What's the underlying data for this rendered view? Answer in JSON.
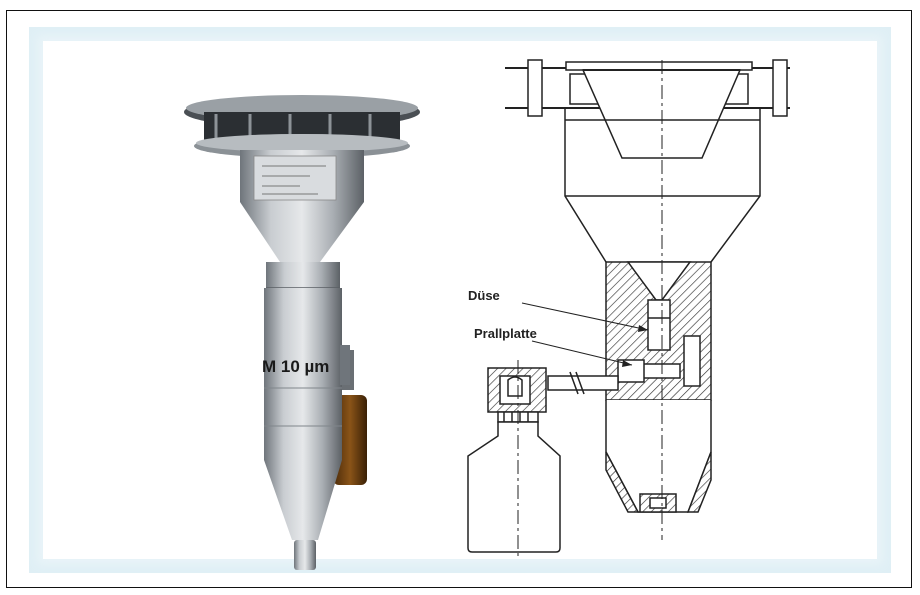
{
  "photo": {
    "product_label": "M 10 µm"
  },
  "drawing": {
    "labels": {
      "nozzle": "Düse",
      "impact_plate": "Prallplatte"
    }
  },
  "colors": {
    "panel_background": "#dfeff5",
    "frame_border": "#111111",
    "metal": "#a9aeb3",
    "amber_bottle": "#6a3d12",
    "line": "#222222"
  }
}
